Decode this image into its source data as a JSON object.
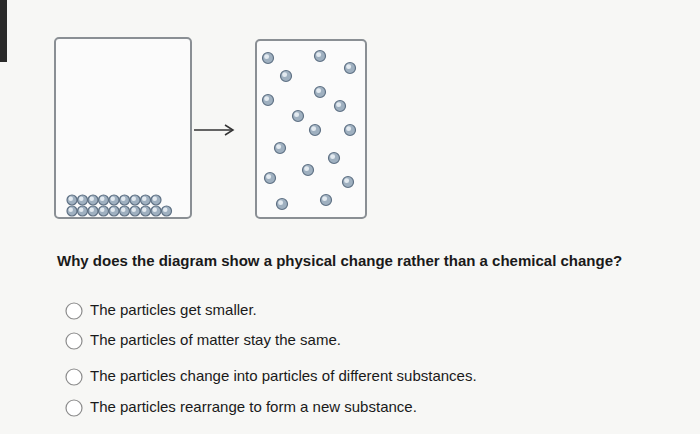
{
  "diagram": {
    "labels": [
      "Why does the diagram show a physical change rather than a chemical change?",
      "The particles get smaller.",
      "The particles of matter stay the same.",
      "The particles change into particles of different substances.",
      "The particles rearrange to form a new substance."
    ]
  }
}
